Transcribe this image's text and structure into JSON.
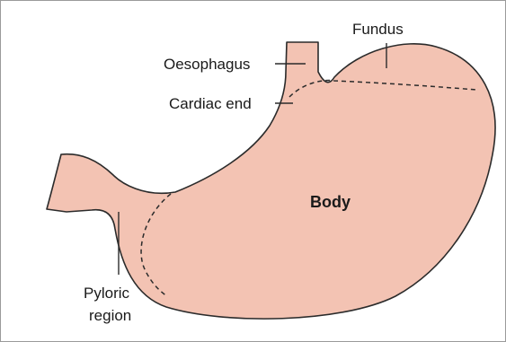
{
  "diagram": {
    "labels": {
      "fundus": "Fundus",
      "oesophagus": "Oesophagus",
      "cardiac_end": "Cardiac end",
      "body": "Body",
      "pyloric_line1": "Pyloric",
      "pyloric_line2": "region"
    },
    "colors": {
      "organ_fill": "#f3c3b3",
      "outline": "#2b2b2b",
      "frame_border": "#9a9a9a"
    }
  }
}
